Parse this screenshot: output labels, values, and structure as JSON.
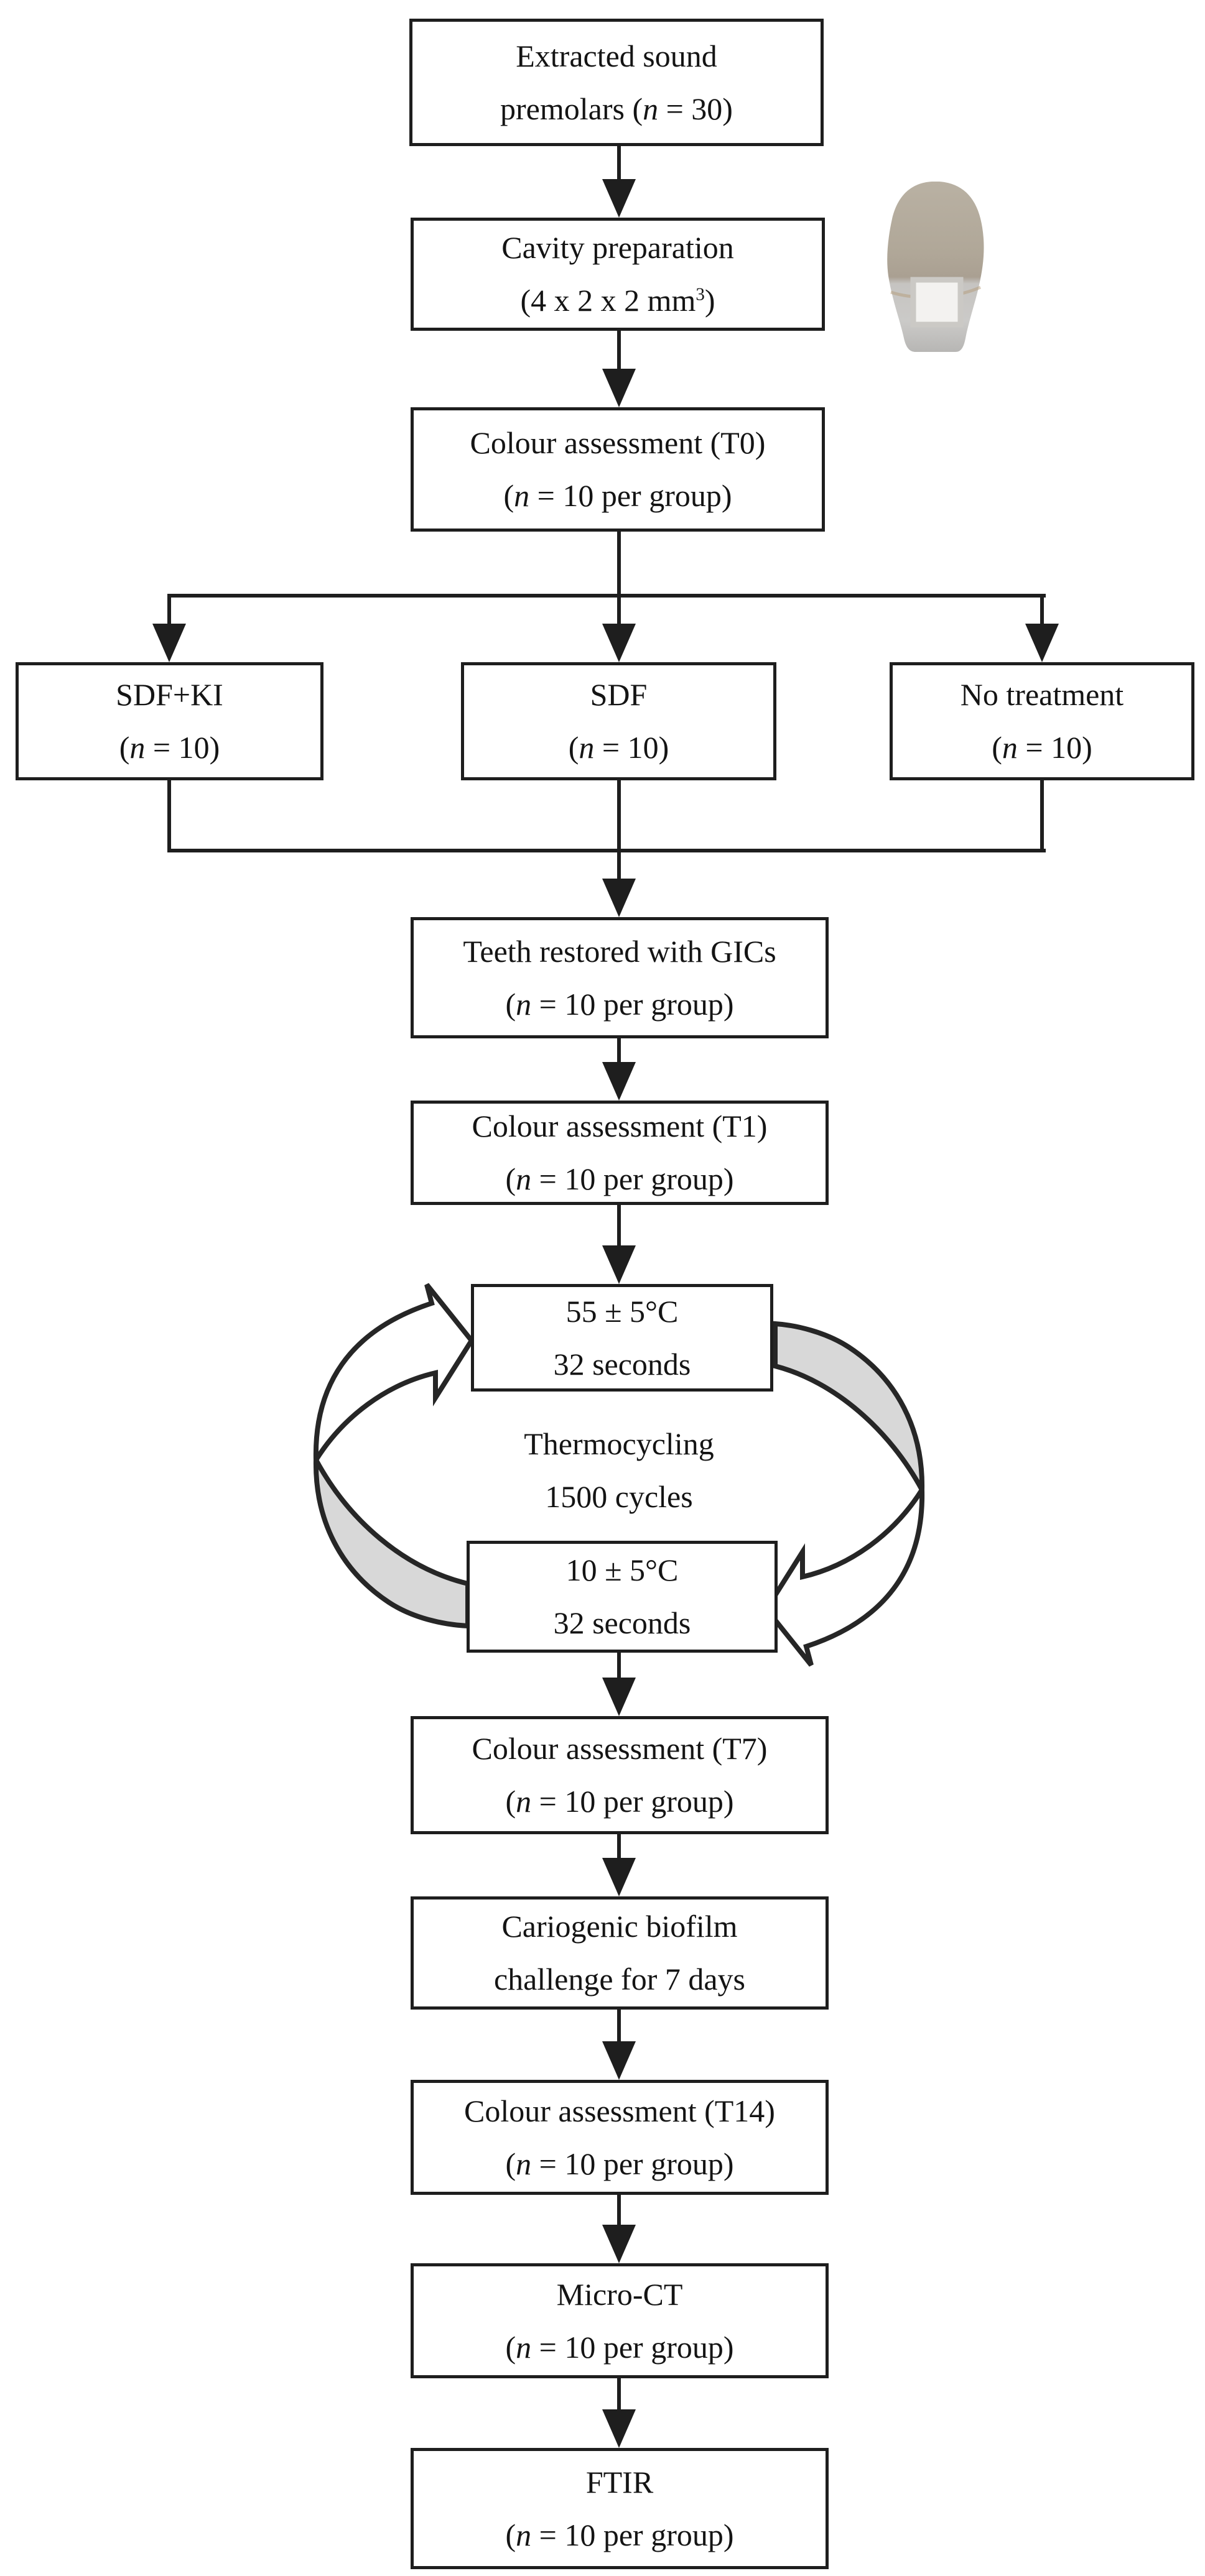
{
  "figure": {
    "type": "flowchart",
    "description": "Experimental workflow of SDF/SDF+KI treated premolars restored with GICs",
    "colors": {
      "line": "#1e1e1e",
      "box_background": "#ffffff",
      "cycle_arrow_gray": "#d8d8d8",
      "tooth_crown": "#b0a798",
      "tooth_root": "#c9c8c6",
      "cavity_window": "#f3f2f0"
    },
    "illustration": {
      "name": "tooth-photo",
      "caption_none": ""
    }
  },
  "nodes": [
    {
      "id": "extracted-premolars",
      "lines": [
        [
          {
            "t": "Extracted sound"
          }
        ],
        [
          {
            "t": "premolars ("
          },
          {
            "t": "n",
            "s": "i"
          },
          {
            "t": " = 30)"
          }
        ]
      ]
    },
    {
      "id": "cavity-preparation",
      "lines": [
        [
          {
            "t": "Cavity preparation"
          }
        ],
        [
          {
            "t": "(4 x 2 x 2 mm"
          },
          {
            "t": "3",
            "s": "sup"
          },
          {
            "t": ")"
          }
        ]
      ]
    },
    {
      "id": "colour-assessment-t0",
      "lines": [
        [
          {
            "t": "Colour assessment (T0)"
          }
        ],
        [
          {
            "t": "("
          },
          {
            "t": "n",
            "s": "i"
          },
          {
            "t": " = 10 per group)"
          }
        ]
      ]
    },
    {
      "id": "sdf-ki",
      "lines": [
        [
          {
            "t": "SDF+KI"
          }
        ],
        [
          {
            "t": "("
          },
          {
            "t": "n",
            "s": "i"
          },
          {
            "t": " = 10)"
          }
        ]
      ]
    },
    {
      "id": "sdf",
      "lines": [
        [
          {
            "t": "SDF"
          }
        ],
        [
          {
            "t": "("
          },
          {
            "t": "n",
            "s": "i"
          },
          {
            "t": " = 10)"
          }
        ]
      ]
    },
    {
      "id": "no-treatment",
      "lines": [
        [
          {
            "t": "No treatment"
          }
        ],
        [
          {
            "t": "("
          },
          {
            "t": "n",
            "s": "i"
          },
          {
            "t": " = 10)"
          }
        ]
      ]
    },
    {
      "id": "teeth-restored-gics",
      "lines": [
        [
          {
            "t": "Teeth restored with GICs"
          }
        ],
        [
          {
            "t": "("
          },
          {
            "t": "n",
            "s": "i"
          },
          {
            "t": " = 10 per group)"
          }
        ]
      ]
    },
    {
      "id": "colour-assessment-t1",
      "lines": [
        [
          {
            "t": "Colour assessment (T1)"
          }
        ],
        [
          {
            "t": "("
          },
          {
            "t": "n",
            "s": "i"
          },
          {
            "t": " = 10 per group)"
          }
        ]
      ]
    },
    {
      "id": "thermocycling-hot",
      "lines": [
        [
          {
            "t": "55 ± 5°C"
          }
        ],
        [
          {
            "t": "32 seconds"
          }
        ]
      ]
    },
    {
      "id": "thermocycling-label",
      "lines": [
        [
          {
            "t": "Thermocycling"
          }
        ],
        [
          {
            "t": "1500 cycles"
          }
        ]
      ]
    },
    {
      "id": "thermocycling-cold",
      "lines": [
        [
          {
            "t": "10 ± 5°C"
          }
        ],
        [
          {
            "t": "32 seconds"
          }
        ]
      ]
    },
    {
      "id": "colour-assessment-t7",
      "lines": [
        [
          {
            "t": "Colour assessment (T7)"
          }
        ],
        [
          {
            "t": "("
          },
          {
            "t": "n",
            "s": "i"
          },
          {
            "t": " = 10 per group)"
          }
        ]
      ]
    },
    {
      "id": "cariogenic-biofilm",
      "lines": [
        [
          {
            "t": "Cariogenic biofilm"
          }
        ],
        [
          {
            "t": "challenge for 7 days"
          }
        ]
      ]
    },
    {
      "id": "colour-assessment-t14",
      "lines": [
        [
          {
            "t": "Colour assessment (T14)"
          }
        ],
        [
          {
            "t": "("
          },
          {
            "t": "n",
            "s": "i"
          },
          {
            "t": " = 10 per group)"
          }
        ]
      ]
    },
    {
      "id": "micro-ct",
      "lines": [
        [
          {
            "t": "Micro-CT"
          }
        ],
        [
          {
            "t": "("
          },
          {
            "t": "n",
            "s": "i"
          },
          {
            "t": " = 10 per group)"
          }
        ]
      ]
    },
    {
      "id": "ftir",
      "lines": [
        [
          {
            "t": "FTIR"
          }
        ],
        [
          {
            "t": "("
          },
          {
            "t": "n",
            "s": "i"
          },
          {
            "t": " = 10 per group)"
          }
        ]
      ]
    }
  ],
  "edges": [
    {
      "from": "extracted-premolars",
      "to": "cavity-preparation"
    },
    {
      "from": "cavity-preparation",
      "to": "colour-assessment-t0"
    },
    {
      "from": "colour-assessment-t0",
      "to": "sdf-ki"
    },
    {
      "from": "colour-assessment-t0",
      "to": "sdf"
    },
    {
      "from": "colour-assessment-t0",
      "to": "no-treatment"
    },
    {
      "from": "sdf-ki",
      "to": "teeth-restored-gics"
    },
    {
      "from": "sdf",
      "to": "teeth-restored-gics"
    },
    {
      "from": "no-treatment",
      "to": "teeth-restored-gics"
    },
    {
      "from": "teeth-restored-gics",
      "to": "colour-assessment-t1"
    },
    {
      "from": "colour-assessment-t1",
      "to": "thermocycling-hot"
    },
    {
      "from": "thermocycling-hot",
      "to": "thermocycling-cold",
      "via": "cycle-arrow"
    },
    {
      "from": "thermocycling-cold",
      "to": "thermocycling-hot",
      "via": "cycle-arrow"
    },
    {
      "from": "thermocycling-cold",
      "to": "colour-assessment-t7"
    },
    {
      "from": "colour-assessment-t7",
      "to": "cariogenic-biofilm"
    },
    {
      "from": "cariogenic-biofilm",
      "to": "colour-assessment-t14"
    },
    {
      "from": "colour-assessment-t14",
      "to": "micro-ct"
    },
    {
      "from": "micro-ct",
      "to": "ftir"
    }
  ]
}
